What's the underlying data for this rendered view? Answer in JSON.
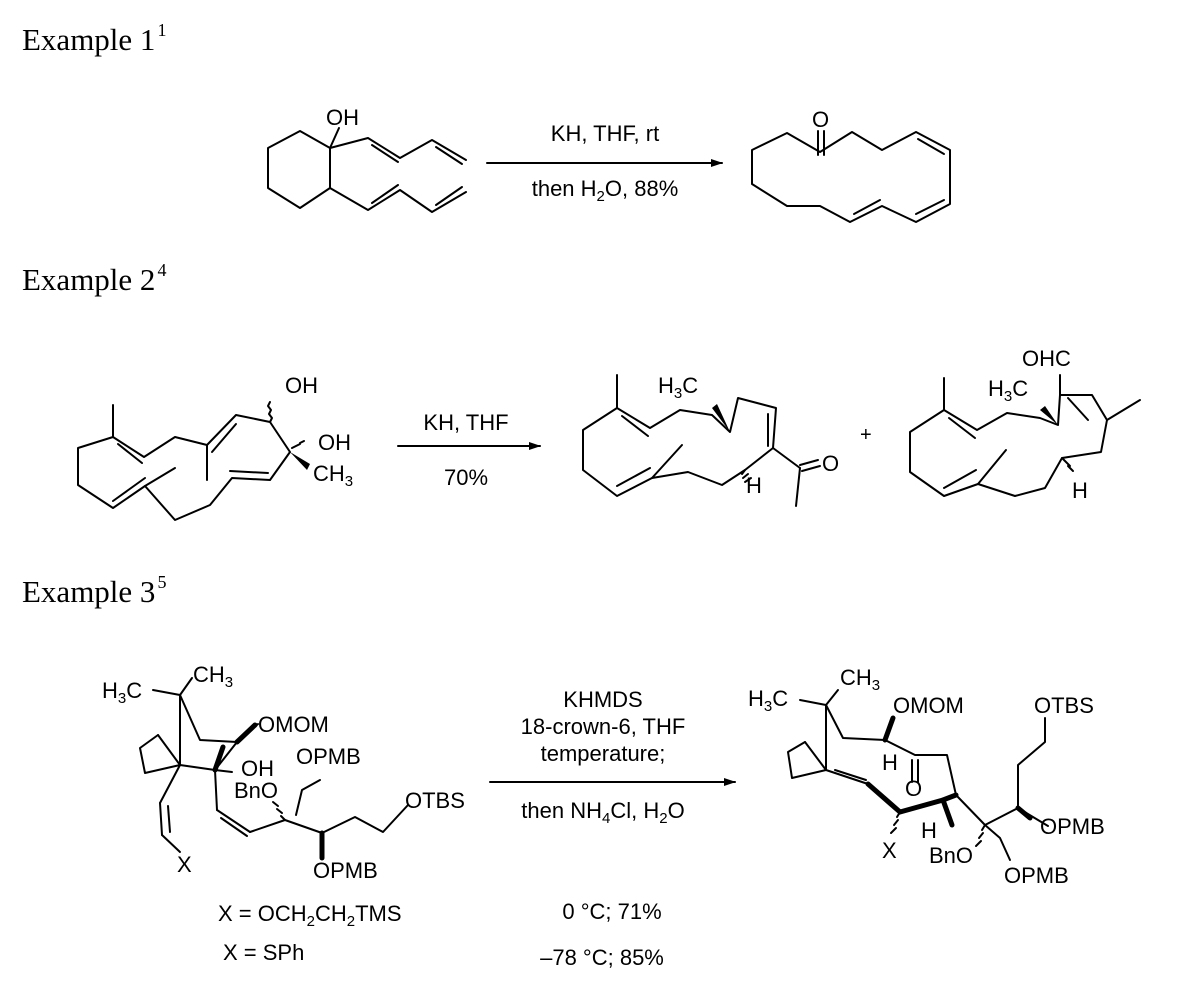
{
  "examples": [
    {
      "heading": "Example 1",
      "ref": "1",
      "reagents_above": "KH, THF, rt",
      "reagents_below_pre": "then H",
      "reagents_below_sub": "2",
      "reagents_below_post": "O, 88%",
      "sm_labels": {
        "oh": "OH"
      },
      "prod_labels": {
        "o": "O"
      }
    },
    {
      "heading": "Example 2",
      "ref": "4",
      "reagents_above": "KH, THF",
      "reagents_below": "70%",
      "sm_labels": {
        "oh1": "OH",
        "oh2": "OH",
        "ch3_c": "CH",
        "ch3_sub": "3"
      },
      "p1_labels": {
        "h3c_h": "H",
        "h3c_sub": "3",
        "h3c_c": "C",
        "h": "H",
        "o": "O"
      },
      "plus": "+",
      "p2_labels": {
        "ohc": "OHC",
        "h3c_h": "H",
        "h3c_sub": "3",
        "h3c_c": "C",
        "h": "H"
      }
    },
    {
      "heading": "Example 3",
      "ref": "5",
      "reagents_above_1": "KHMDS",
      "reagents_above_2": "18-crown-6, THF",
      "reagents_above_3": "temperature;",
      "reagents_below_pre": "then NH",
      "reagents_below_sub1": "4",
      "reagents_below_mid": "Cl, H",
      "reagents_below_sub2": "2",
      "reagents_below_post": "O",
      "sm_labels": {
        "h3c_h": "H",
        "h3c_sub": "3",
        "h3c_c": "C",
        "ch3_c": "CH",
        "ch3_sub": "3",
        "omom": "OMOM",
        "oh": "OH",
        "opmb1": "OPMB",
        "bno": "BnO",
        "otbs": "OTBS",
        "opmb2": "OPMB",
        "x": "X"
      },
      "prod_labels": {
        "h3c_h": "H",
        "h3c_sub": "3",
        "h3c_c": "C",
        "ch3_c": "CH",
        "ch3_sub": "3",
        "omom": "OMOM",
        "otbs": "OTBS",
        "h1": "H",
        "o": "O",
        "h2": "H",
        "x": "X",
        "bno": "BnO",
        "opmb1": "OPMB",
        "opmb2": "OPMB"
      },
      "x_variants": [
        {
          "pre": "X = OCH",
          "s1": "2",
          "mid": "CH",
          "s2": "2",
          "post": "TMS",
          "conditions": "0 °C; 71%"
        },
        {
          "pre": "X = SPh",
          "conditions": "–78 °C; 85%"
        }
      ]
    }
  ]
}
